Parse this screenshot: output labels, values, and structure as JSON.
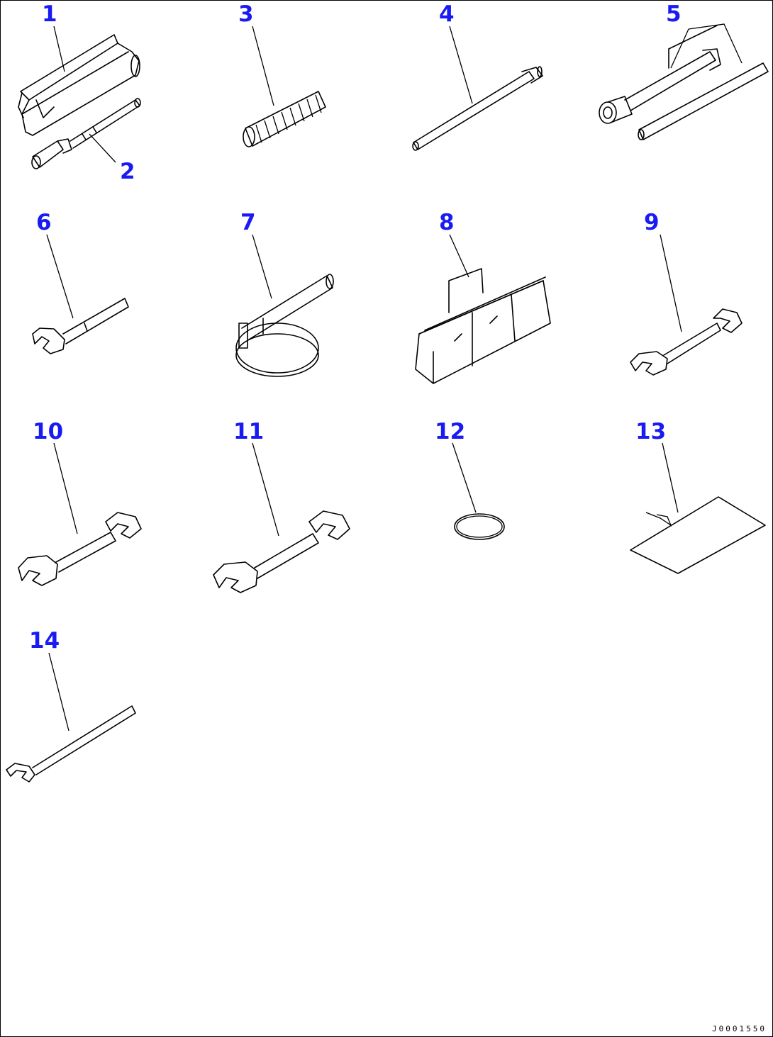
{
  "callouts": [
    {
      "id": "1",
      "label": "1"
    },
    {
      "id": "2",
      "label": "2"
    },
    {
      "id": "3",
      "label": "3"
    },
    {
      "id": "4",
      "label": "4"
    },
    {
      "id": "5",
      "label": "5"
    },
    {
      "id": "6",
      "label": "6"
    },
    {
      "id": "7",
      "label": "7"
    },
    {
      "id": "8",
      "label": "8"
    },
    {
      "id": "9",
      "label": "9"
    },
    {
      "id": "10",
      "label": "10"
    },
    {
      "id": "11",
      "label": "11"
    },
    {
      "id": "12",
      "label": "12"
    },
    {
      "id": "13",
      "label": "13"
    },
    {
      "id": "14",
      "label": "14"
    }
  ],
  "drawing_code": "J0001550",
  "colors": {
    "callout": "#1a1af2",
    "line": "#000000",
    "background": "#ffffff"
  }
}
